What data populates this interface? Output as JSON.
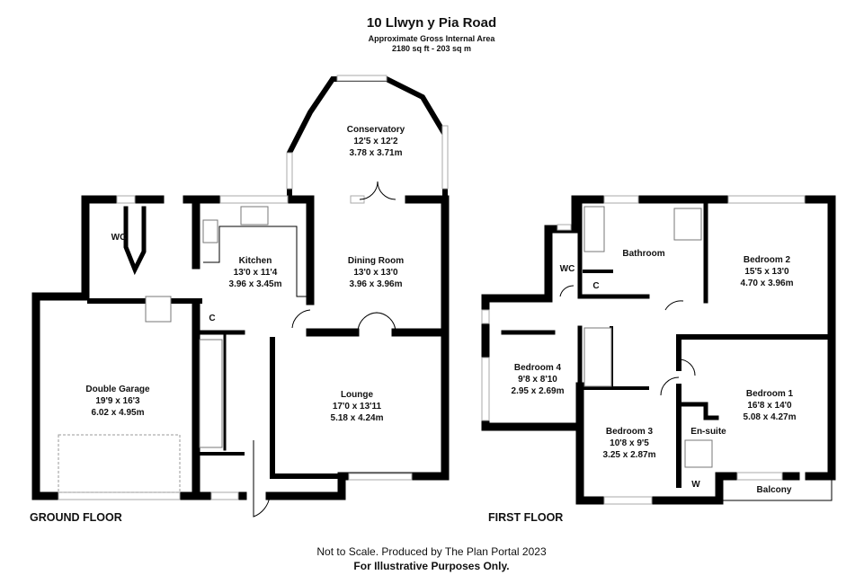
{
  "header": {
    "title": "10 Llwyn y Pia Road",
    "subtitle": "Approximate Gross Internal Area",
    "area": "2180 sq ft - 203 sq m"
  },
  "ground_floor": {
    "label": "GROUND FLOOR",
    "rooms": [
      {
        "name": "Conservatory",
        "imperial": "12'5 x 12'2",
        "metric": "3.78 x 3.71m"
      },
      {
        "name": "Kitchen",
        "imperial": "13'0 x 11'4",
        "metric": "3.96 x 3.45m"
      },
      {
        "name": "Dining Room",
        "imperial": "13'0 x 13'0",
        "metric": "3.96 x 3.96m"
      },
      {
        "name": "Double Garage",
        "imperial": "19'9 x 16'3",
        "metric": "6.02 x 4.95m"
      },
      {
        "name": "Lounge",
        "imperial": "17'0 x 13'11",
        "metric": "5.18 x 4.24m"
      }
    ],
    "labels": {
      "wc": "WC",
      "cupboard": "C"
    }
  },
  "first_floor": {
    "label": "FIRST FLOOR",
    "rooms": [
      {
        "name": "Bedroom 2",
        "imperial": "15'5 x 13'0",
        "metric": "4.70 x 3.96m"
      },
      {
        "name": "Bedroom 4",
        "imperial": "9'8 x 8'10",
        "metric": "2.95 x 2.69m"
      },
      {
        "name": "Bedroom 1",
        "imperial": "16'8 x 14'0",
        "metric": "5.08 x 4.27m"
      },
      {
        "name": "Bedroom 3",
        "imperial": "10'8 x 9'5",
        "metric": "3.25 x 2.87m"
      }
    ],
    "labels": {
      "bathroom": "Bathroom",
      "wc": "WC",
      "cupboard": "C",
      "ensuite": "En-suite",
      "wardrobe": "W",
      "balcony": "Balcony"
    }
  },
  "footer": {
    "line1": "Not to Scale. Produced by The Plan Portal 2023",
    "line2": "For Illustrative Purposes Only."
  }
}
